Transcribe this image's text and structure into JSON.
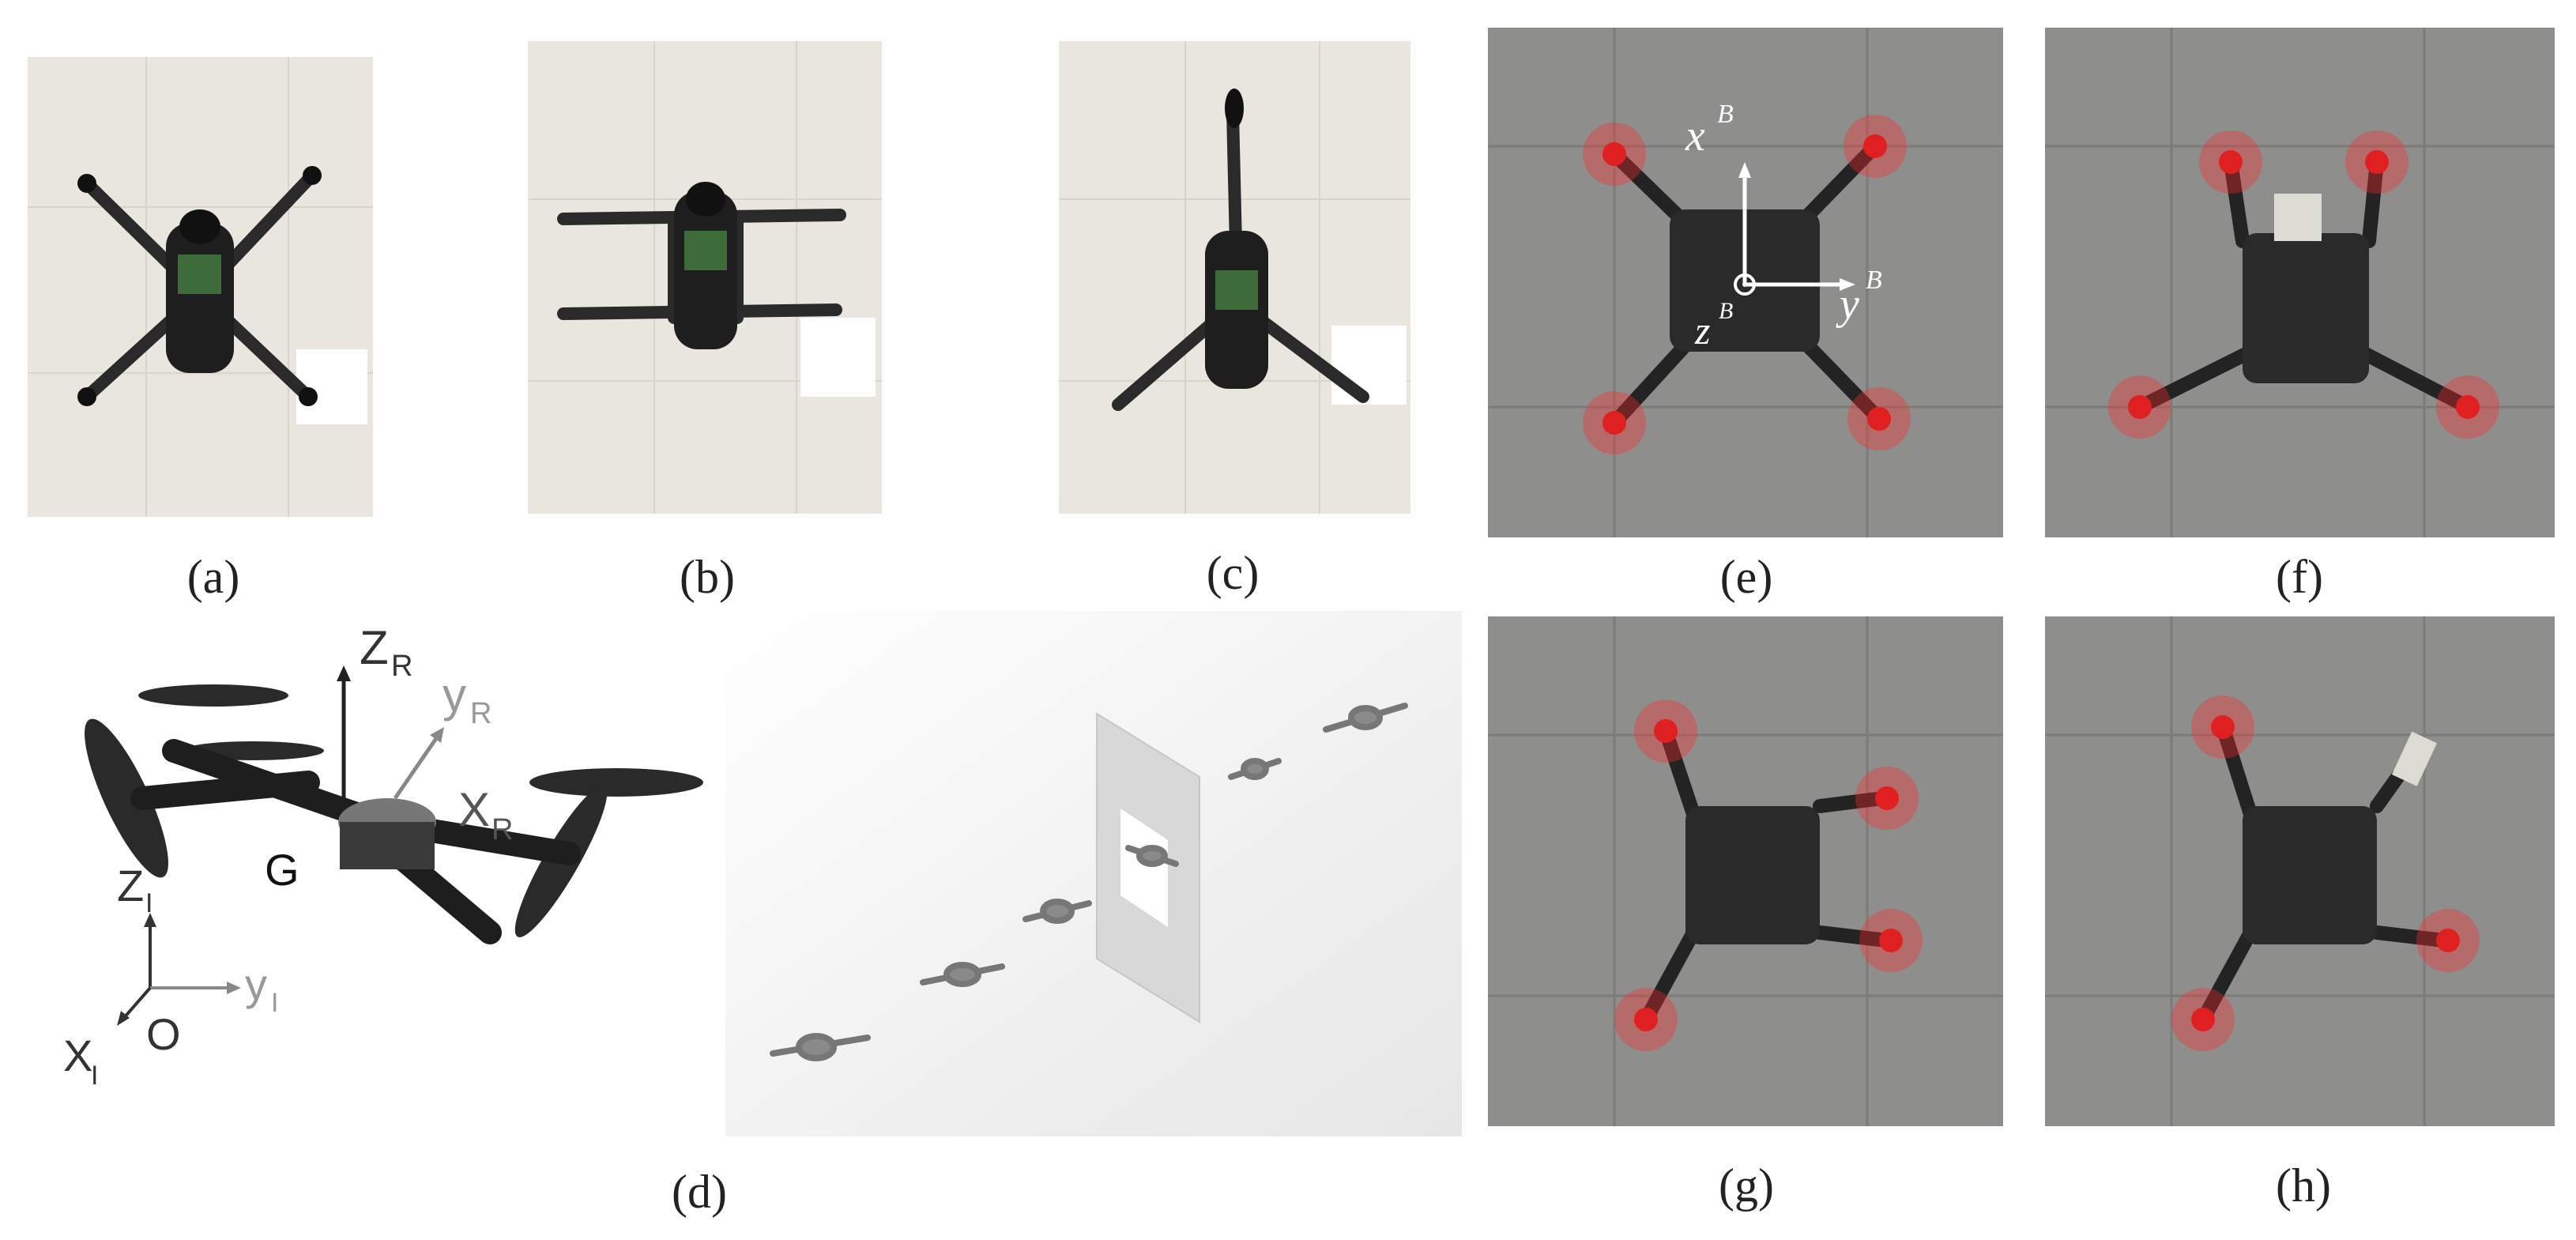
{
  "captions": {
    "a": "(a)",
    "b": "(b)",
    "c": "(c)",
    "d": "(d)",
    "e": "(e)",
    "f": "(f)",
    "g": "(g)",
    "h": "(h)"
  },
  "frame_labels": {
    "x_body": "x",
    "y_body": "y",
    "z_body": "z",
    "body_sup": "B",
    "z_rotor": "Z",
    "y_rotor": "y",
    "x_rotor": "X",
    "rotor_sub": "R",
    "z_inertial": "Z",
    "y_inertial": "y",
    "x_inertial": "X",
    "inertial_sub": "I",
    "center_of_gravity": "G",
    "origin": "O"
  },
  "colors": {
    "floor_tile": "#e9e6df",
    "floor_concrete": "#8e8e8c",
    "frame_dark": "#232323",
    "motor_glow": "#ff2a2a",
    "render_bg": "#eeeeee"
  }
}
